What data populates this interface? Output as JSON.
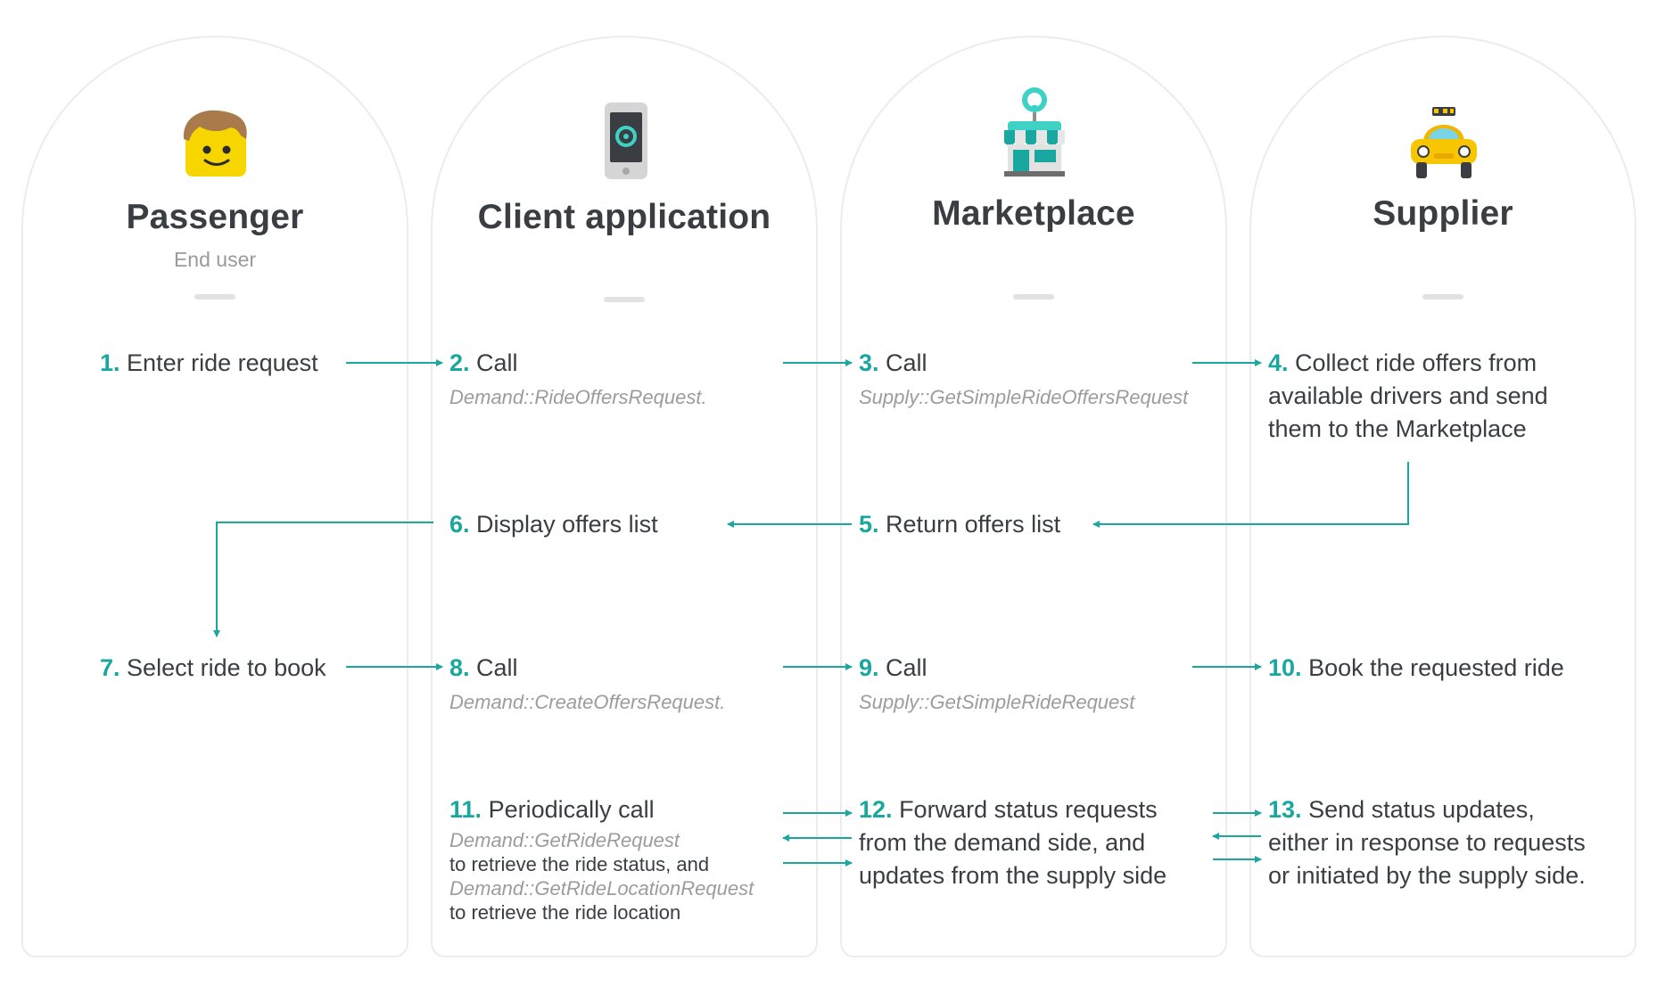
{
  "columns": [
    {
      "title": "Passenger",
      "subtitle": "End user",
      "icon": "passenger-face-icon"
    },
    {
      "title": "Client application",
      "icon": "smartphone-icon"
    },
    {
      "title": "Marketplace",
      "icon": "storefront-icon"
    },
    {
      "title": "Supplier",
      "icon": "taxi-icon"
    }
  ],
  "steps": {
    "s1": {
      "num": "1.",
      "text": "Enter ride request"
    },
    "s2": {
      "num": "2.",
      "text": "Call",
      "code": "Demand::RideOffersRequest."
    },
    "s3": {
      "num": "3.",
      "text": "Call",
      "code": "Supply::GetSimpleRideOffersRequest"
    },
    "s4": {
      "num": "4.",
      "lines": [
        "Collect ride offers from",
        "available drivers and send",
        "them to the Marketplace"
      ]
    },
    "s5": {
      "num": "5.",
      "text": "Return offers list"
    },
    "s6": {
      "num": "6.",
      "text": "Display offers list"
    },
    "s7": {
      "num": "7.",
      "text": "Select ride to book"
    },
    "s8": {
      "num": "8.",
      "text": "Call",
      "code": "Demand::CreateOffersRequest."
    },
    "s9": {
      "num": "9.",
      "text": "Call",
      "code": "Supply::GetSimpleRideRequest"
    },
    "s10": {
      "num": "10.",
      "text": "Book the requested ride"
    },
    "s11": {
      "num": "11.",
      "text": "Periodically call",
      "code1": "Demand::GetRideRequest",
      "line1": "to retrieve the ride status, and",
      "code2": "Demand::GetRideLocationRequest",
      "line2": "to retrieve the ride location"
    },
    "s12": {
      "num": "12.",
      "lines": [
        "Forward status requests",
        "from the demand side, and",
        "updates from the supply side"
      ]
    },
    "s13": {
      "num": "13.",
      "lines": [
        "Send status updates,",
        "either in response to requests",
        "or initiated by the supply side."
      ]
    }
  },
  "colors": {
    "accent": "#1aa7a0",
    "text": "#3a3d42",
    "muted": "#9c9c9c",
    "border": "#ececec"
  }
}
